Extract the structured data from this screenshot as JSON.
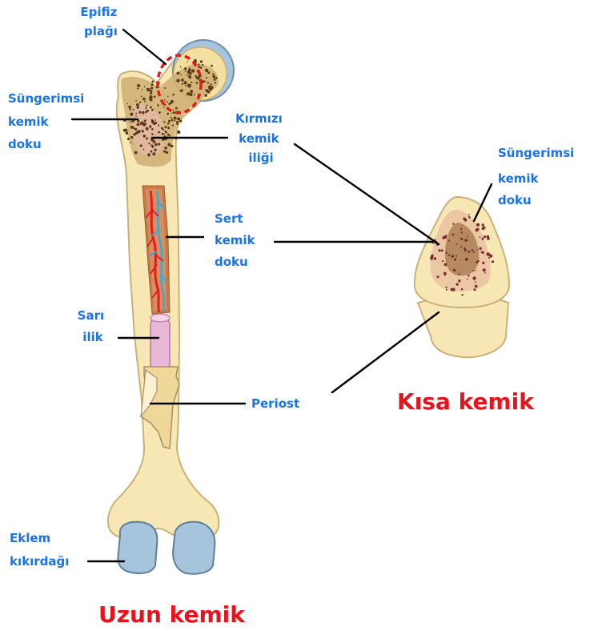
{
  "labels": {
    "epiphyseal_plate": [
      "Epifiz",
      "plağı"
    ],
    "spongy_bone_long": [
      "Süngerimsi",
      "kemik",
      "doku"
    ],
    "red_marrow": [
      "Kırmızı",
      "kemik",
      "iliği"
    ],
    "compact_bone": [
      "Sert",
      "kemik",
      "doku"
    ],
    "yellow_marrow": [
      "Sarı",
      "ilik"
    ],
    "periosteum": "Periost",
    "articular_cartilage": [
      "Eklem",
      "kıkırdağı"
    ],
    "spongy_bone_short": [
      "Süngerimsi",
      "kemik",
      "doku"
    ]
  },
  "titles": {
    "long_bone": "Uzun kemik",
    "short_bone": "Kısa kemik"
  },
  "colors": {
    "label_text": "#1a73e8",
    "title_text": "#e8141d",
    "bone": "#f7e7b4",
    "bone_outline": "#c9b27a",
    "cartilage": "#a7c4dd",
    "spongy": "#c9a76c",
    "red_marrow": "#d6ad97",
    "yellow_marrow": "#e8b8d8",
    "artery": "#e51c23",
    "vein": "#3aa9d6",
    "highlight_circle": "#e21b1b"
  }
}
